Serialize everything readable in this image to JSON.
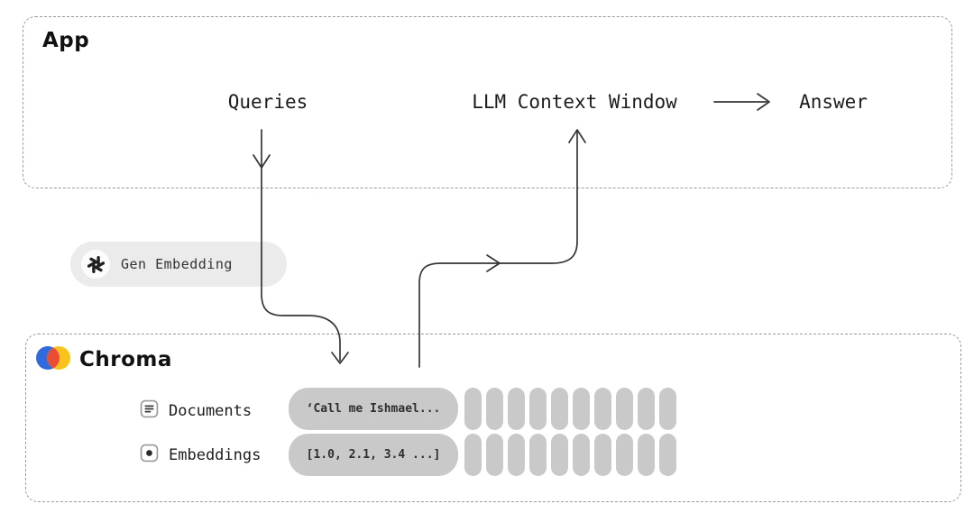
{
  "app": {
    "title": "App",
    "queries_label": "Queries",
    "llm_label": "LLM Context Window",
    "answer_label": "Answer"
  },
  "gen_embedding": {
    "label": "Gen Embedding",
    "icon": "openai-logo"
  },
  "chroma": {
    "title": "Chroma",
    "documents": {
      "label": "Documents",
      "icon": "document-icon",
      "sample": "‘Call me Ishmael..."
    },
    "embeddings": {
      "label": "Embeddings",
      "icon": "embedding-icon",
      "sample": "[1.0, 2.1, 3.4 ...]"
    },
    "pill_grid": {
      "columns": 10,
      "rows": 2
    }
  },
  "colors": {
    "pill_gray": "#c9c9c9",
    "pill_light": "#ebebeb",
    "dashed_border": "#9a9a9a",
    "arrow": "#363636",
    "chroma_logo_blue": "#2f6bdf",
    "chroma_logo_red": "#ea4d36",
    "chroma_logo_yellow": "#f7c31c",
    "openai_logo_dark": "#202123"
  }
}
